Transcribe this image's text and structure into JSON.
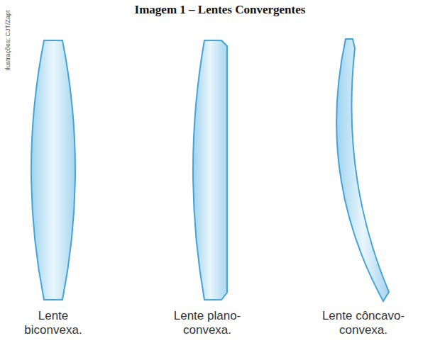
{
  "diagram": {
    "title": "Imagem 1 – Lentes Convergentes",
    "labels": [
      "Ilustrações: CJT/Zapt",
      "Lente biconvexa.",
      "Lente plano-convexa.",
      "Lente côncavo-convexa."
    ]
  }
}
